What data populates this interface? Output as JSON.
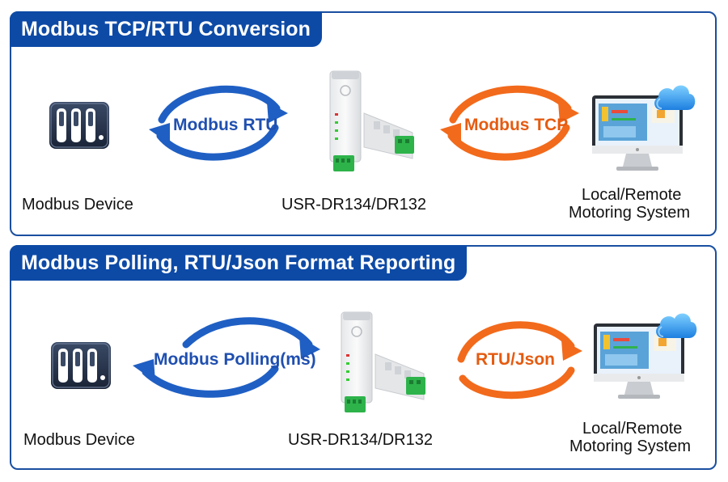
{
  "colors": {
    "panel_border": "#1a4fa0",
    "tab_bg": "#0d4aa6",
    "blue_arrow": "#1f5fc4",
    "orange_arrow": "#f26a1b"
  },
  "sections": [
    {
      "title": "Modbus TCP/RTU Conversion",
      "left_device_label": "Modbus Device",
      "gateway_label": "USR-DR134/DR132",
      "system_label_line1": "Local/Remote",
      "system_label_line2": "Motoring System",
      "left_arrow_label": "Modbus RTU",
      "right_arrow_label": "Modbus TCP"
    },
    {
      "title": "Modbus Polling, RTU/Json Format Reporting",
      "left_device_label": "Modbus Device",
      "gateway_label": "USR-DR134/DR132",
      "system_label_line1": "Local/Remote",
      "system_label_line2": "Motoring System",
      "left_arrow_label": "Modbus Polling(ms)",
      "right_arrow_label": "RTU/Json"
    }
  ],
  "icons": [
    "modbus-device-icon",
    "gateway-device-icon",
    "monitor-icon",
    "cloud-icon"
  ]
}
